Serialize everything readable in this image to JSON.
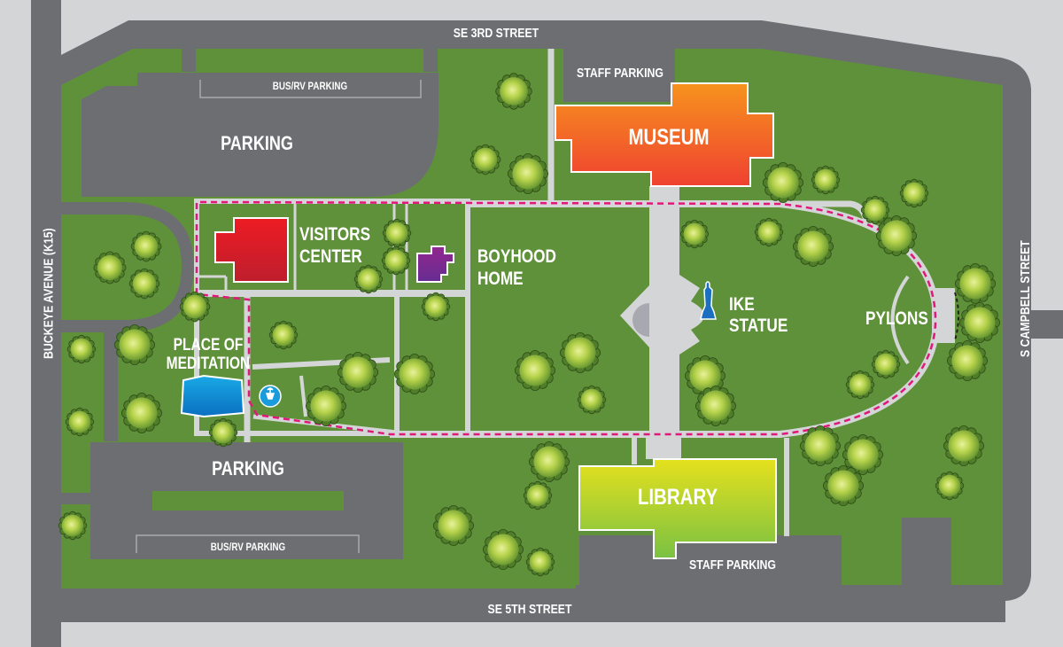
{
  "map": {
    "colors": {
      "background": "#d4d5d7",
      "road": "#6d6e72",
      "grass": "#5f913a",
      "path": "#d4d5d7",
      "trail": "#e0187a",
      "museum_top": "#f7931e",
      "museum_bottom": "#ef4130",
      "visitors_center_top": "#ed1c24",
      "visitors_center_bottom": "#be1e2d",
      "boyhood_home": "#7b2a90",
      "library_top": "#e5e11d",
      "library_bottom": "#7ac143",
      "meditation": "#0a8fd6",
      "statue_icon": "#1a6fc0"
    },
    "streets": {
      "north": "SE 3RD STREET",
      "south": "SE 5TH STREET",
      "west": "BUCKEYE AVENUE (K15)",
      "east": "S CAMPBELL STREET"
    },
    "buildings": {
      "museum": "MUSEUM",
      "visitors_center": [
        "VISITORS",
        "CENTER"
      ],
      "boyhood_home": [
        "BOYHOOD",
        "HOME"
      ],
      "library": "LIBRARY"
    },
    "landmarks": {
      "ike_statue": [
        "IKE",
        "STATUE"
      ],
      "pylons": "PYLONS",
      "place_of_meditation": [
        "PLACE OF",
        "MEDITATION"
      ]
    },
    "parking": {
      "north_lot": "PARKING",
      "north_bus": "BUS/RV PARKING",
      "south_lot": "PARKING",
      "south_bus": "BUS/RV PARKING",
      "staff_north": "STAFF PARKING",
      "staff_south": "STAFF PARKING"
    },
    "icons": {
      "fountain": "fountain-icon",
      "statue": "statue-icon",
      "tree": "tree-icon"
    },
    "trees": [
      [
        580,
        103,
        18
      ],
      [
        548,
        180,
        15
      ],
      [
        596,
        196,
        20
      ],
      [
        124,
        302,
        16
      ],
      [
        165,
        278,
        15
      ],
      [
        163,
        320,
        15
      ],
      [
        220,
        346,
        15
      ],
      [
        152,
        389,
        20
      ],
      [
        92,
        394,
        14
      ],
      [
        160,
        466,
        20
      ],
      [
        90,
        476,
        14
      ],
      [
        252,
        488,
        14
      ],
      [
        320,
        378,
        14
      ],
      [
        404,
        420,
        20
      ],
      [
        368,
        458,
        20
      ],
      [
        468,
        422,
        20
      ],
      [
        448,
        263,
        14
      ],
      [
        447,
        294,
        14
      ],
      [
        416,
        315,
        14
      ],
      [
        492,
        346,
        14
      ],
      [
        604,
        418,
        20
      ],
      [
        655,
        398,
        20
      ],
      [
        668,
        451,
        14
      ],
      [
        784,
        264,
        14
      ],
      [
        796,
        424,
        20
      ],
      [
        808,
        458,
        20
      ],
      [
        884,
        206,
        20
      ],
      [
        932,
        203,
        14
      ],
      [
        868,
        262,
        14
      ],
      [
        918,
        278,
        20
      ],
      [
        988,
        237,
        14
      ],
      [
        1012,
        266,
        20
      ],
      [
        1032,
        218,
        14
      ],
      [
        1101,
        320,
        20
      ],
      [
        1106,
        364,
        20
      ],
      [
        1092,
        407,
        20
      ],
      [
        1000,
        411,
        14
      ],
      [
        971,
        434,
        14
      ],
      [
        926,
        503,
        20
      ],
      [
        974,
        513,
        20
      ],
      [
        952,
        548,
        20
      ],
      [
        1088,
        503,
        20
      ],
      [
        1072,
        548,
        14
      ],
      [
        620,
        521,
        20
      ],
      [
        607,
        559,
        14
      ],
      [
        512,
        593,
        20
      ],
      [
        568,
        620,
        20
      ],
      [
        610,
        634,
        14
      ],
      [
        82,
        593,
        14
      ]
    ]
  }
}
